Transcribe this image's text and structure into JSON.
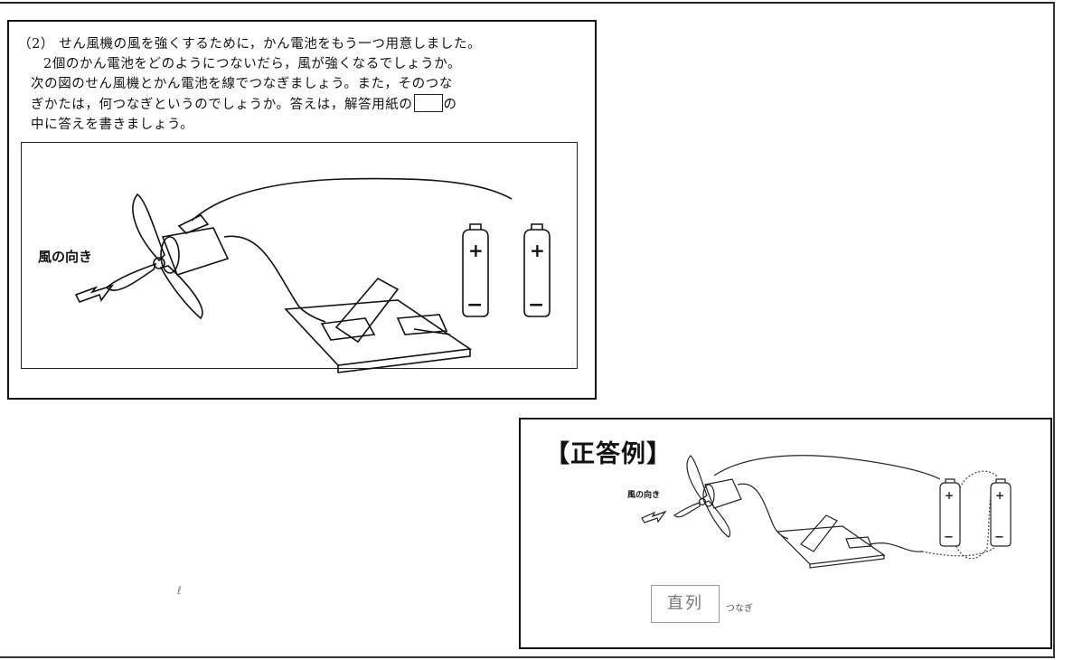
{
  "question": {
    "lines": [
      "（2） せん風機の風を強くするために，かん電池をもう一つ用意しました。",
      "2個のかん電池をどのようにつないだら，風が強くなるでしょうか。",
      "次の図のせん風機とかん電池を線でつなぎましょう。また，そのつな",
      "ぎかたは，何つなぎというのでしょうか。答えは，解答用紙の",
      "の",
      "中に答えを書きましょう。"
    ],
    "wind_label": "風の向き",
    "plus_sign": "+",
    "minus_sign": "−"
  },
  "answer_example": {
    "title": "【正答例】",
    "wind_label": "風の向き",
    "answer": "直列",
    "suffix": "つなぎ"
  },
  "stray_mark": "ℓ"
}
